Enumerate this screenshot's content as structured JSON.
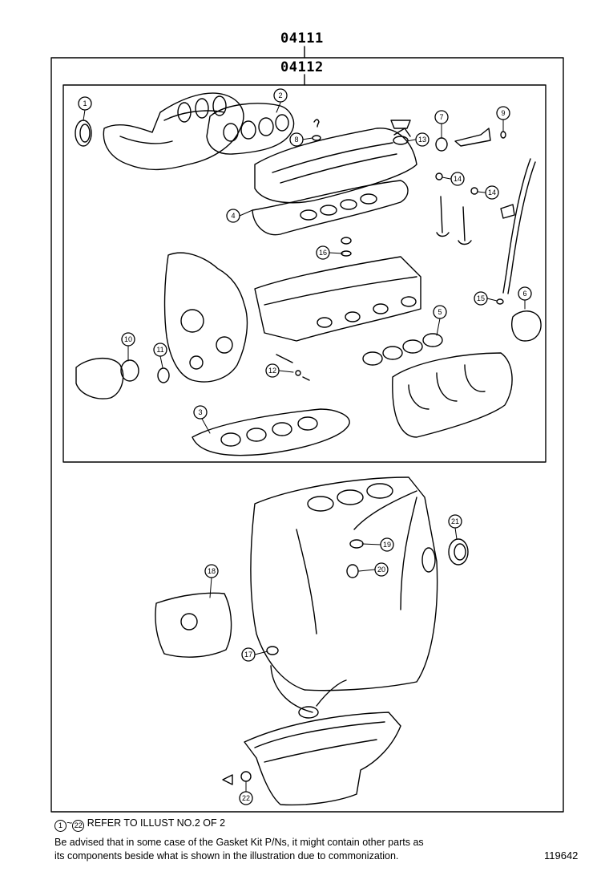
{
  "kit_numbers": {
    "outer": "04111",
    "inner": "04112"
  },
  "callouts": [
    "1",
    "2",
    "3",
    "4",
    "5",
    "6",
    "7",
    "8",
    "9",
    "10",
    "11",
    "12",
    "13",
    "14",
    "14",
    "15",
    "16",
    "17",
    "18",
    "19",
    "20",
    "21",
    "22"
  ],
  "footer": {
    "range_start": "1",
    "range_end": "22",
    "refer_text": "REFER TO ILLUST NO.2 OF 2",
    "advice_line1": "Be advised that in some case of the Gasket Kit P/Ns,  it might contain other parts as",
    "advice_line2": "its components beside what is shown in the illustration due to commonization.",
    "illustration_id": "119642"
  }
}
